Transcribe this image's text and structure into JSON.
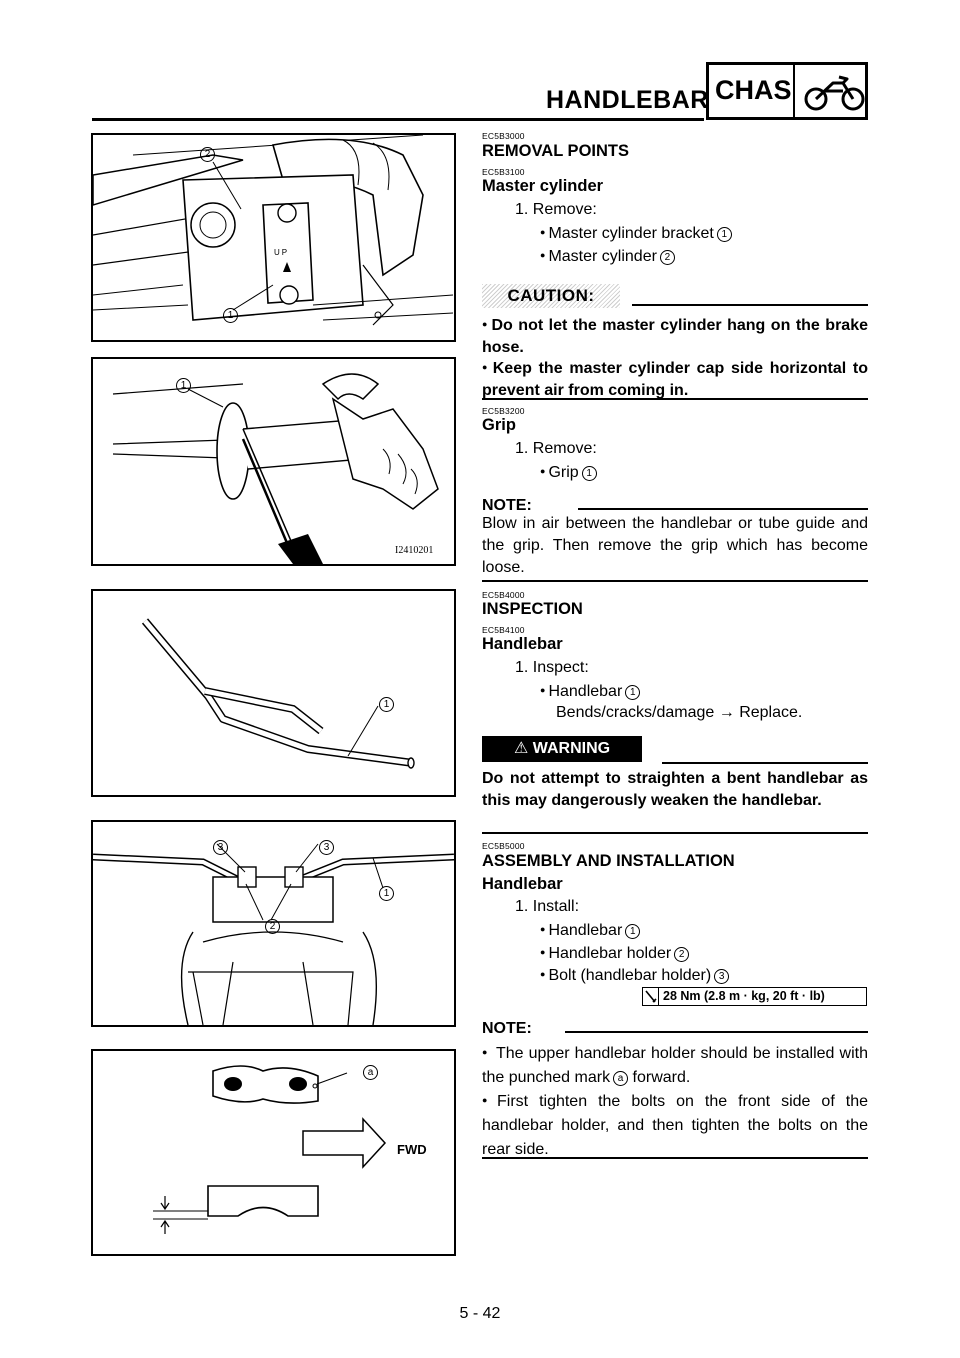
{
  "header": {
    "title": "HANDLEBAR",
    "section": "CHAS",
    "section_icon": "motorcycle-icon"
  },
  "figures": {
    "fig1": {
      "label_1": "1",
      "label_2": "2",
      "mark_text": "UP"
    },
    "fig2": {
      "label_1": "1",
      "image_code": "I2410201"
    },
    "fig3": {
      "label_1": "1"
    },
    "fig4": {
      "label_3a": "3",
      "label_3b": "3",
      "label_2": "2",
      "label_1": "1"
    },
    "fig5": {
      "label_a": "a",
      "fwd": "FWD"
    }
  },
  "removal": {
    "code": "EC5B3000",
    "title": "REMOVAL POINTS",
    "master": {
      "code": "EC5B3100",
      "title": "Master cylinder",
      "step": "1. Remove:",
      "items": [
        {
          "text": "Master cylinder bracket",
          "num": "1"
        },
        {
          "text": "Master cylinder",
          "num": "2"
        }
      ]
    },
    "caution": {
      "label": "CAUTION:",
      "items": [
        "Do not let the master cylinder hang on the brake hose.",
        "Keep the master cylinder cap side horizontal to prevent air from coming in."
      ]
    },
    "grip": {
      "code": "EC5B3200",
      "title": "Grip",
      "step": "1. Remove:",
      "item": {
        "text": "Grip",
        "num": "1"
      },
      "note_label": "NOTE:",
      "note": "Blow in air between the handlebar or tube guide and the grip. Then remove the grip which has become loose."
    }
  },
  "inspection": {
    "code": "EC5B4000",
    "title": "INSPECTION",
    "handlebar": {
      "code": "EC5B4100",
      "title": "Handlebar",
      "step": "1. Inspect:",
      "item": {
        "text": "Handlebar",
        "num": "1"
      },
      "result": "Bends/cracks/damage → Replace."
    },
    "warning": {
      "label": "WARNING",
      "text": "Do not attempt to straighten a bent handlebar as this may dangerously weaken the handlebar."
    }
  },
  "assembly": {
    "code": "EC5B5000",
    "title": "ASSEMBLY AND INSTALLATION",
    "sub": "Handlebar",
    "step": "1. Install:",
    "items": [
      {
        "text": "Handlebar",
        "num": "1"
      },
      {
        "text": "Handlebar holder",
        "num": "2"
      },
      {
        "text": "Bolt (handlebar holder)",
        "num": "3"
      }
    ],
    "torque": "28 Nm (2.8 m · kg, 20 ft · lb)",
    "note_label": "NOTE:",
    "notes": [
      {
        "pre": "The upper handlebar holder should be installed with the punched mark",
        "mark": "a",
        "post": "forward."
      },
      {
        "pre": "First tighten the bolts on the front side of the handlebar holder, and then tighten the bolts on the rear side.",
        "mark": "",
        "post": ""
      }
    ]
  },
  "page_number": "5 - 42"
}
